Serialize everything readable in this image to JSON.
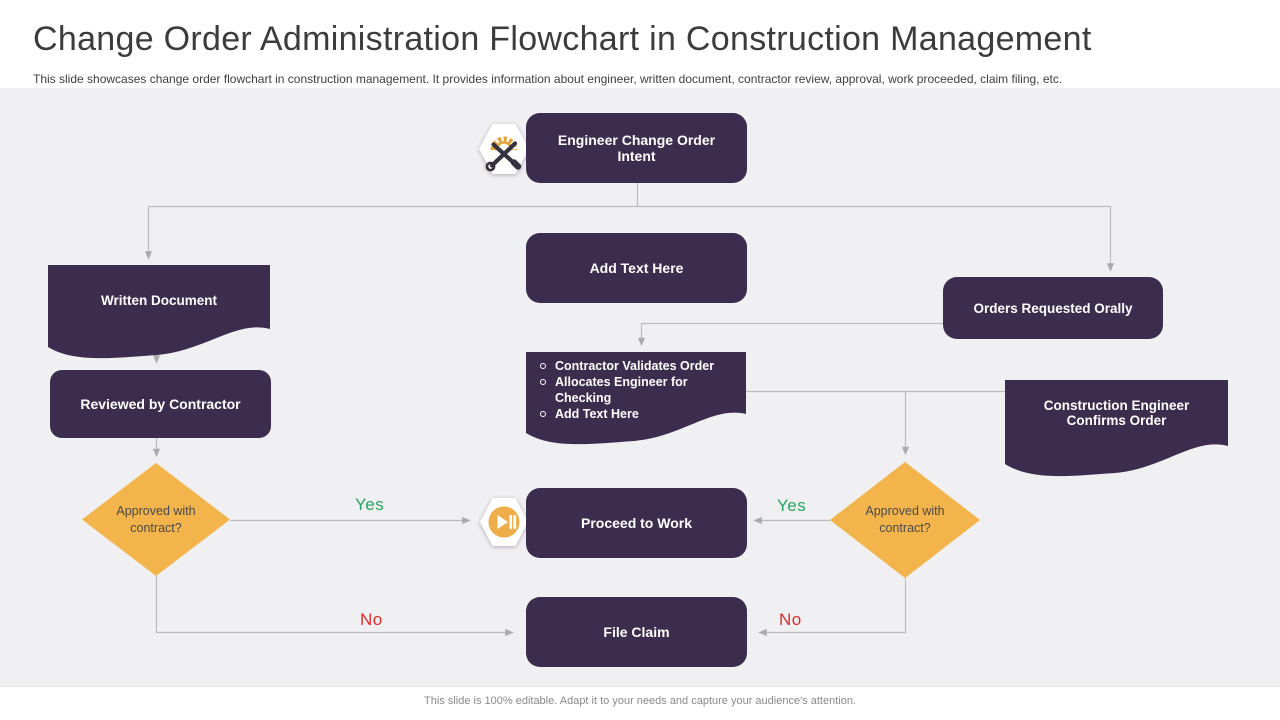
{
  "slide": {
    "title": "Change Order Administration Flowchart in Construction Management",
    "subtitle": "This slide showcases change order flowchart in construction management. It provides information about engineer, written document, contractor review, approval, work proceeded, claim filing, etc.",
    "footer": "This slide is 100% editable.  Adapt it to your needs and capture your audience's attention."
  },
  "colors": {
    "node_fill": "#3c2d4e",
    "diamond_fill": "#f2b44b",
    "yes_label": "#27a45f",
    "no_label": "#d92e2b",
    "connector": "#bdbdbd",
    "canvas_bg": "#f0eff1",
    "icon_gold": "#e7a43b"
  },
  "nodes": {
    "engineer_intent": {
      "label": "Engineer Change Order Intent",
      "icon": "gear-tools-icon"
    },
    "add_text": {
      "label": "Add Text Here"
    },
    "written_document": {
      "label": "Written Document"
    },
    "orders_orally": {
      "label": "Orders Requested Orally"
    },
    "validate": {
      "bullets": [
        "Contractor Validates Order",
        "Allocates Engineer for Checking",
        "Add Text Here"
      ]
    },
    "reviewed": {
      "label": "Reviewed by Contractor"
    },
    "construction_confirm": {
      "label": "Construction  Engineer Confirms Order"
    },
    "decision_left": {
      "label": "Approved  with contract?"
    },
    "proceed": {
      "label": "Proceed to Work",
      "icon": "play-icon"
    },
    "file_claim": {
      "label": "File Claim"
    },
    "decision_right": {
      "label": "Approved  with contract?"
    }
  },
  "edge_labels": {
    "yes_left": "Yes",
    "no_left": "No",
    "yes_right": "Yes",
    "no_right": "No"
  }
}
